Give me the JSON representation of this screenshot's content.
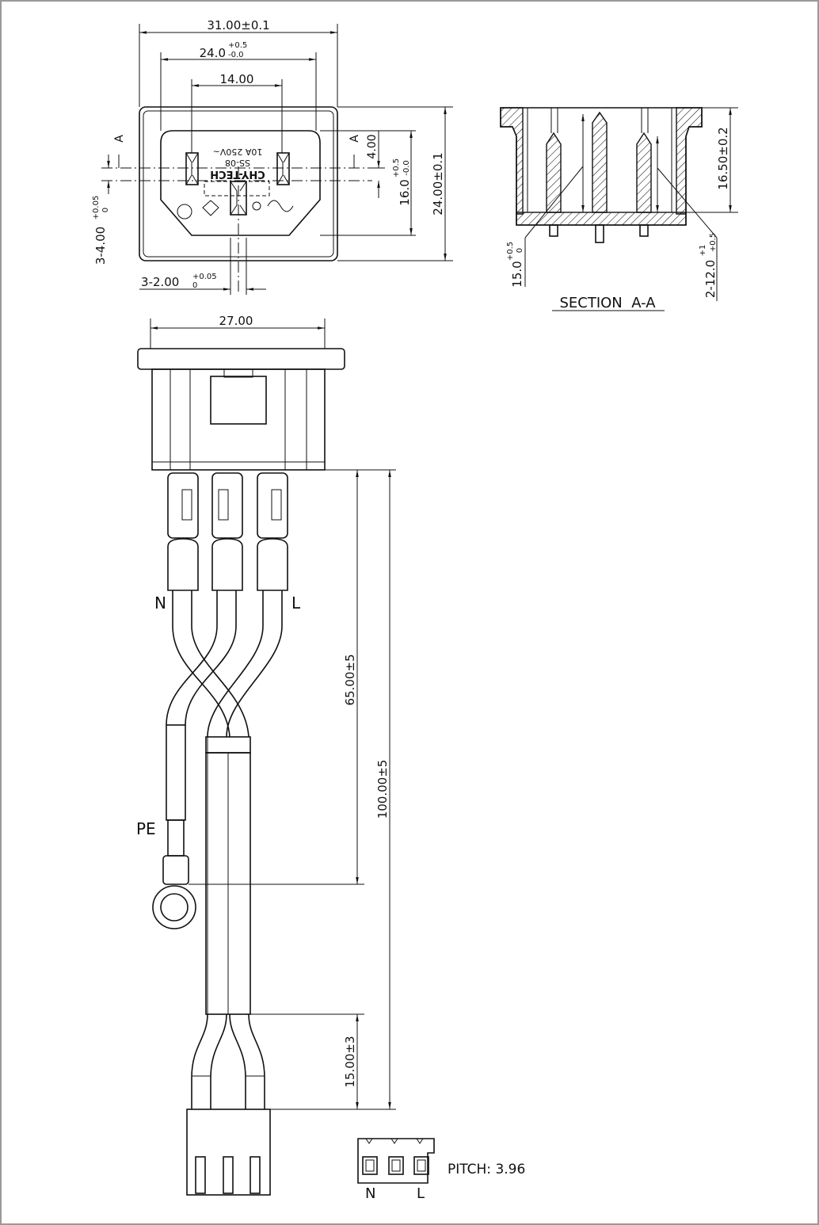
{
  "top_view": {
    "dim_overall_width": "31.00±0.1",
    "dim_opening_width_base": "24.0",
    "dim_opening_width_tol_upper": "+0.5",
    "dim_opening_width_tol_lower": "-0.0",
    "dim_pin_spacing": "14.00",
    "dim_overall_height": "24.00±0.1",
    "dim_opening_height_base": "16.0",
    "dim_opening_height_tol_upper": "+0.5",
    "dim_opening_height_tol_lower": "-0.0",
    "dim_center_offset": "4.00",
    "dim_pin_thickness_base": "3-4.00",
    "dim_pin_thickness_tol_upper": "+0.05",
    "dim_pin_thickness_tol_lower": "0",
    "dim_pin_width_base": "3-2.00",
    "dim_pin_width_tol_upper": "+0.05",
    "dim_pin_width_tol_lower": "0",
    "section_marker": "A",
    "marking_rating": "10A 250V~",
    "marking_model": "SS-08",
    "marking_brand": "CHY-TECH"
  },
  "section_view": {
    "title": "SECTION  A-A",
    "dim_height": "16.50±0.2",
    "dim_pin_base": "15.0",
    "dim_pin_tol_upper": "+0.5",
    "dim_pin_tol_lower": "0",
    "dim_terminal_base": "2-12.0",
    "dim_terminal_tol_upper": "+1",
    "dim_terminal_tol_lower": "+0.5"
  },
  "side_view": {
    "dim_body_width": "27.00",
    "label_neutral": "N",
    "label_line": "L",
    "label_earth": "PE",
    "dim_pe_length": "65.00±5",
    "dim_total_length": "100.00±5",
    "dim_strip_length": "15.00±3"
  },
  "connector_view": {
    "pitch_label": "PITCH: 3.96",
    "label_neutral": "N",
    "label_line": "L"
  }
}
